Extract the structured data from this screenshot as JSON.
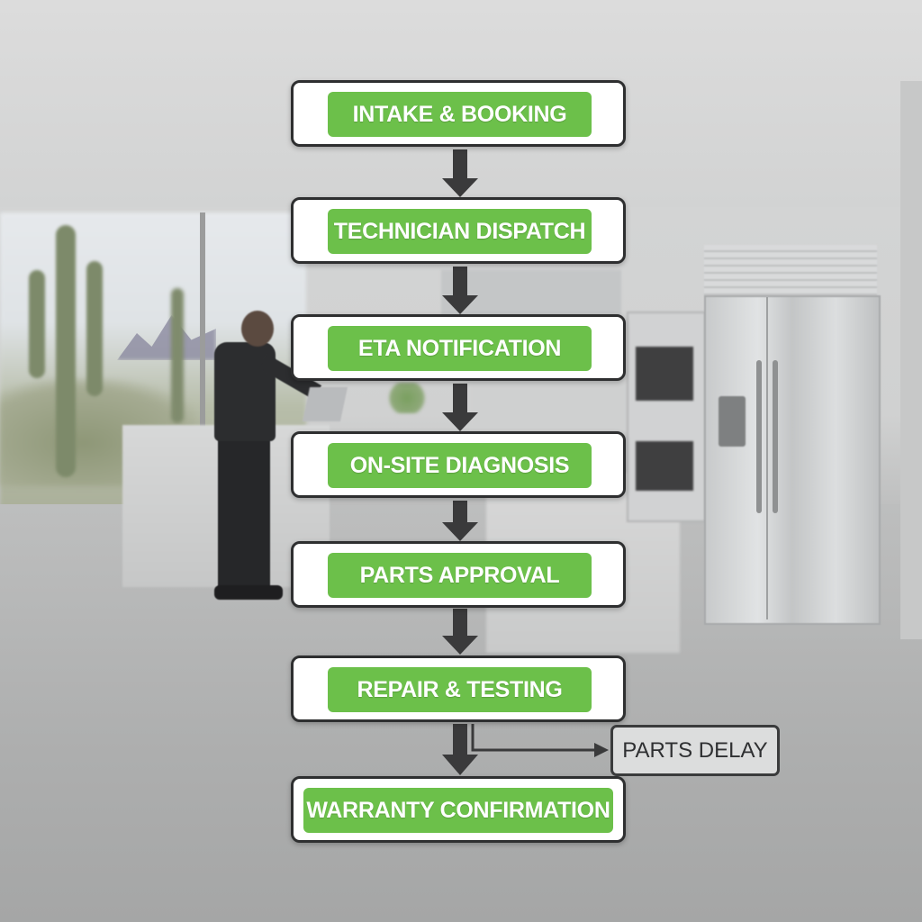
{
  "diagram": {
    "steps": [
      {
        "id": "intake",
        "label": "INTAKE & BOOKING"
      },
      {
        "id": "dispatch",
        "label": "TECHNICIAN DISPATCH"
      },
      {
        "id": "eta",
        "label": "ETA NOTIFICATION"
      },
      {
        "id": "diagnosis",
        "label": "ON-SITE DIAGNOSIS"
      },
      {
        "id": "parts",
        "label": "PARTS APPROVAL"
      },
      {
        "id": "repair",
        "label": "REPAIR & TESTING"
      },
      {
        "id": "warranty",
        "label": "WARRANTY CONFIRMATION"
      }
    ],
    "branch": {
      "label": "PARTS DELAY",
      "from": "repair"
    },
    "colors": {
      "step_fill": "#6cc04a",
      "step_border": "#2e2f30",
      "arrow": "#3a3a3b",
      "branch_fill": "#dcdddd"
    }
  }
}
